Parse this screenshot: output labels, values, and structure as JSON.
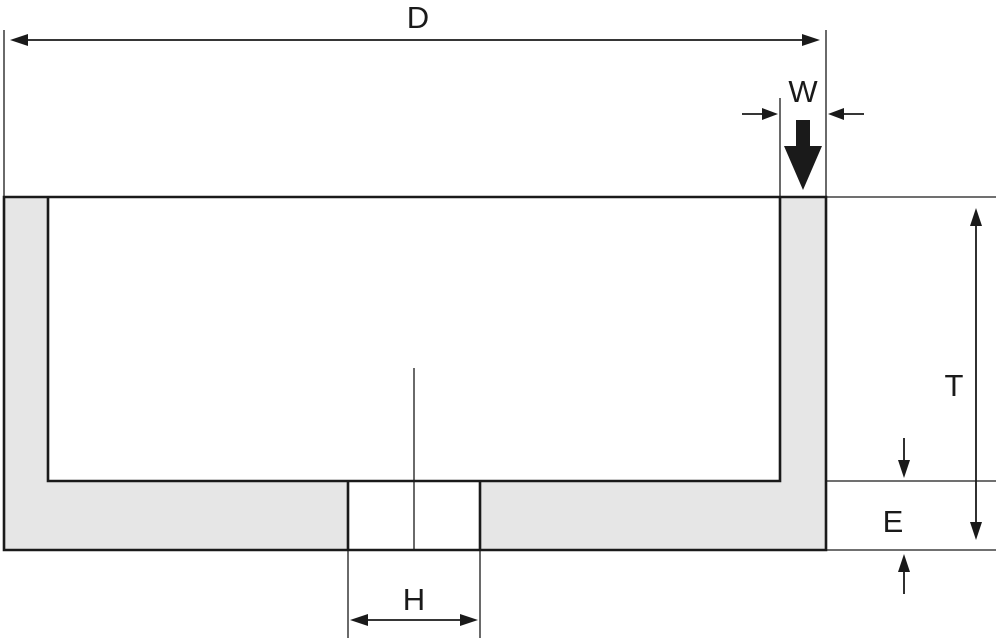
{
  "labels": {
    "D": "D",
    "W": "W",
    "T": "T",
    "E": "E",
    "H": "H"
  },
  "colors": {
    "line": "#1a1a1a",
    "wall_fill": "#e6e6e6",
    "background": "#ffffff"
  },
  "icons": {
    "direction_arrow": "down-arrow-icon"
  }
}
